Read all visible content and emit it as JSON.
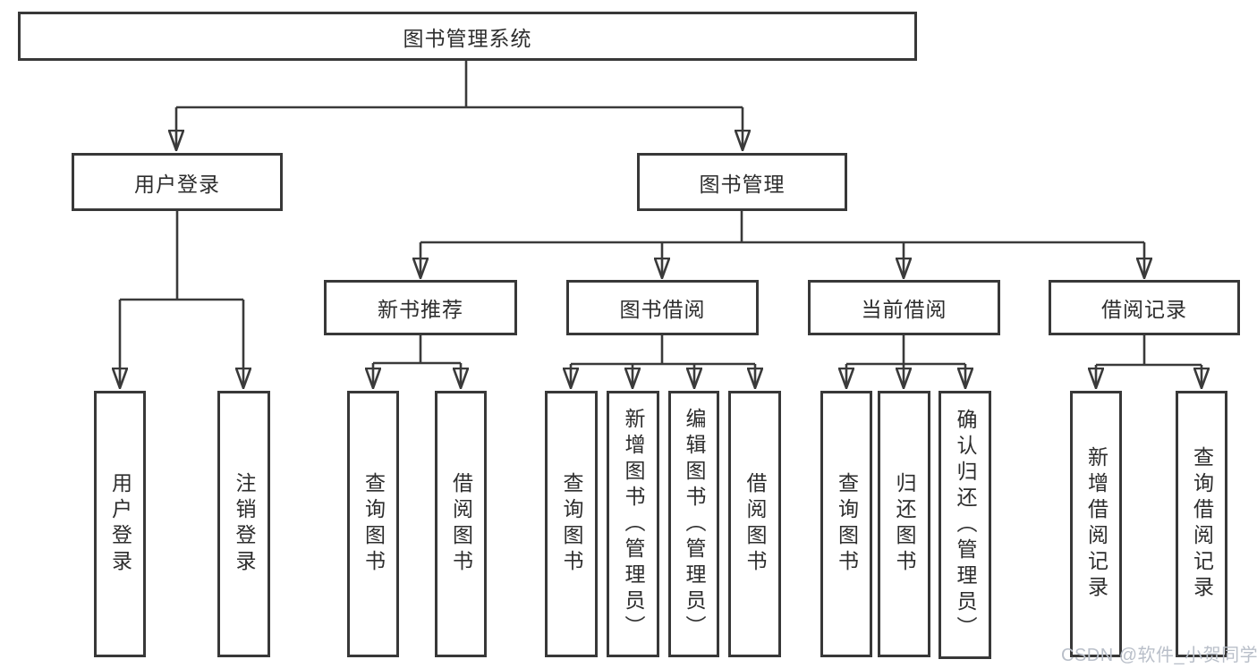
{
  "diagram": {
    "root": {
      "label": "图书管理系统"
    },
    "level2": [
      {
        "label": "用户登录"
      },
      {
        "label": "图书管理"
      }
    ],
    "level3": [
      {
        "label": "新书推荐"
      },
      {
        "label": "图书借阅"
      },
      {
        "label": "当前借阅"
      },
      {
        "label": "借阅记录"
      }
    ],
    "leaves": [
      {
        "label": "用户登录"
      },
      {
        "label": "注销登录"
      },
      {
        "label": "查询图书"
      },
      {
        "label": "借阅图书"
      },
      {
        "label": "查询图书"
      },
      {
        "label": "新增图书（管理员）"
      },
      {
        "label": "编辑图书（管理员）"
      },
      {
        "label": "借阅图书"
      },
      {
        "label": "查询图书"
      },
      {
        "label": "归还图书"
      },
      {
        "label": "确认归还（管理员）"
      },
      {
        "label": "新增借阅记录"
      },
      {
        "label": "查询借阅记录"
      }
    ]
  },
  "watermark": {
    "text": "CSDN @软件_小贺同学"
  },
  "colors": {
    "line": "#3a3a3a",
    "text": "#2d2d2d",
    "background": "#ffffff",
    "watermark": "#b9bfc9"
  }
}
